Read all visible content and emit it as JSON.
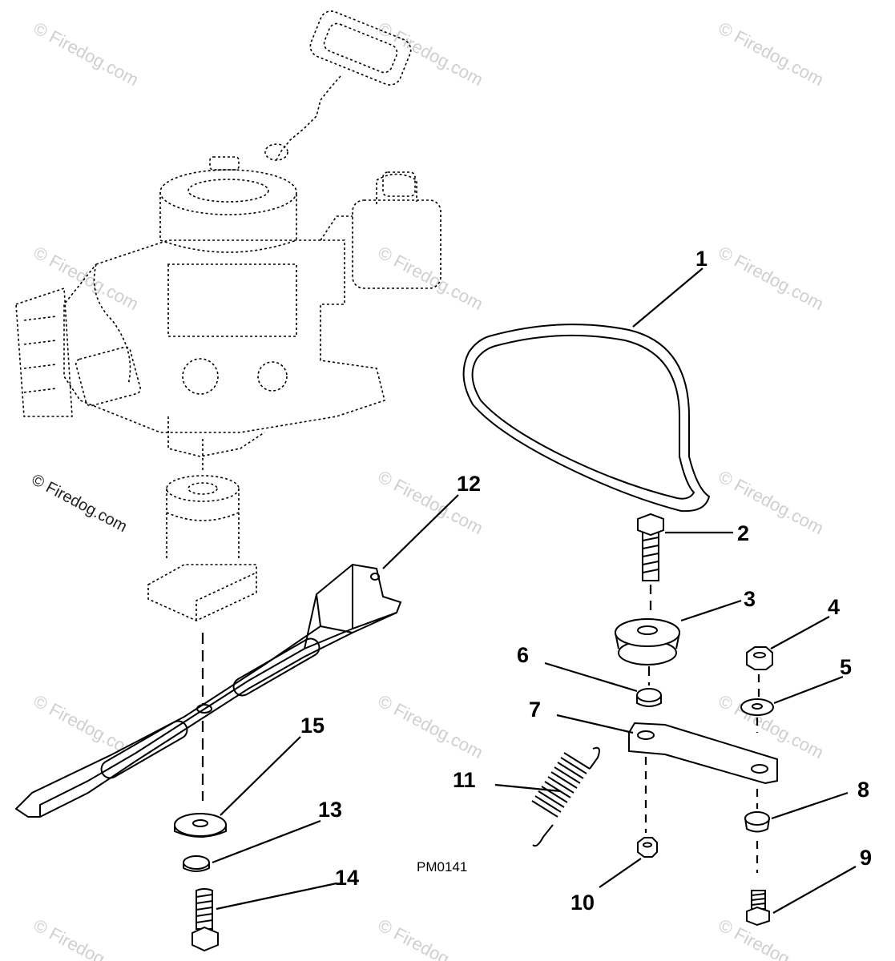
{
  "diagram": {
    "drawing_code": "PM0141",
    "watermark": "© Firedog.com",
    "callouts": [
      "1",
      "2",
      "3",
      "4",
      "5",
      "6",
      "7",
      "8",
      "9",
      "10",
      "11",
      "12",
      "13",
      "14",
      "15"
    ]
  }
}
